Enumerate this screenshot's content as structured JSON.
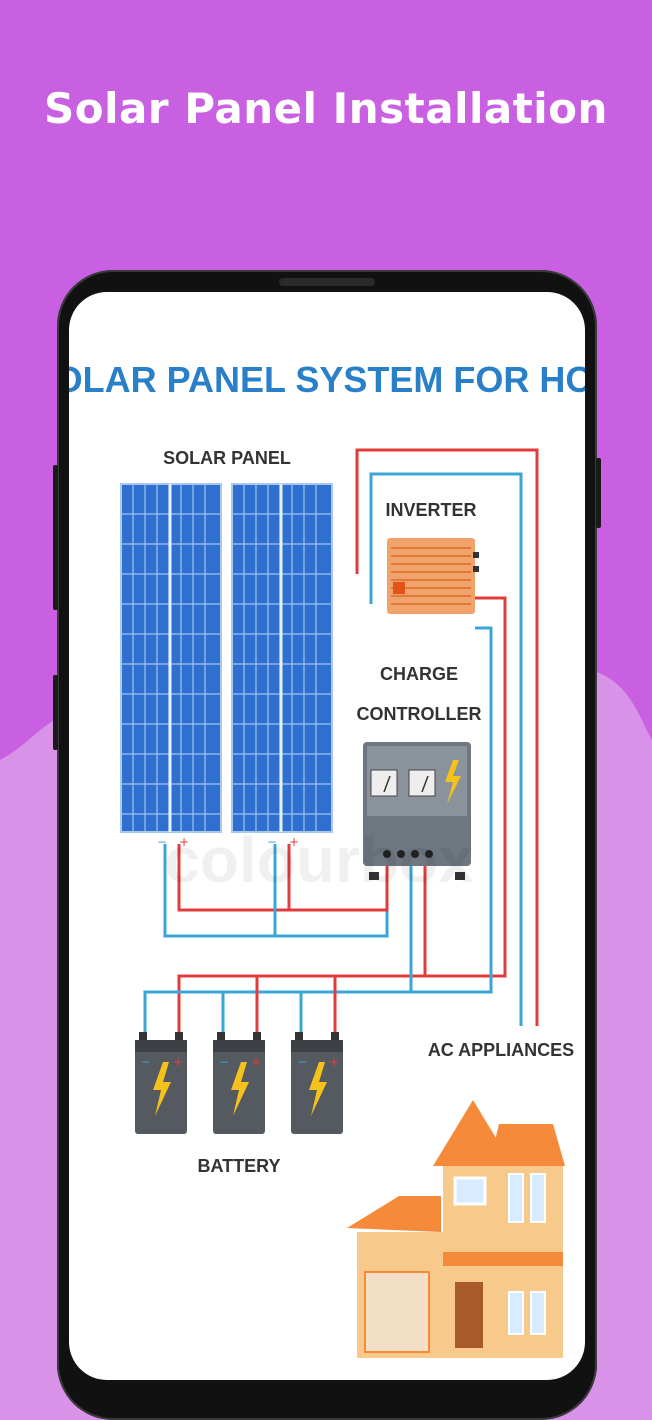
{
  "header": {
    "title": "Solar Panel Installation"
  },
  "diagram": {
    "title": "SOLAR PANEL SYSTEM FOR HOME",
    "labels": {
      "solar_panel": "SOLAR PANEL",
      "inverter": "INVERTER",
      "charge_controller_line1": "CHARGE",
      "charge_controller_line2": "CONTROLLER",
      "ac_appliances": "AC APPLIANCES",
      "battery": "BATTERY"
    },
    "watermark": "colourbox"
  },
  "colors": {
    "background_top": "#c960e2",
    "background_bottom": "#d892e8",
    "title_blue": "#2a7fc9",
    "wire_red": "#e23b3b",
    "wire_blue": "#3aa6d6",
    "panel_blue": "#2f6fd0",
    "inverter_orange": "#f2a36b",
    "house_orange": "#f58a3a"
  }
}
